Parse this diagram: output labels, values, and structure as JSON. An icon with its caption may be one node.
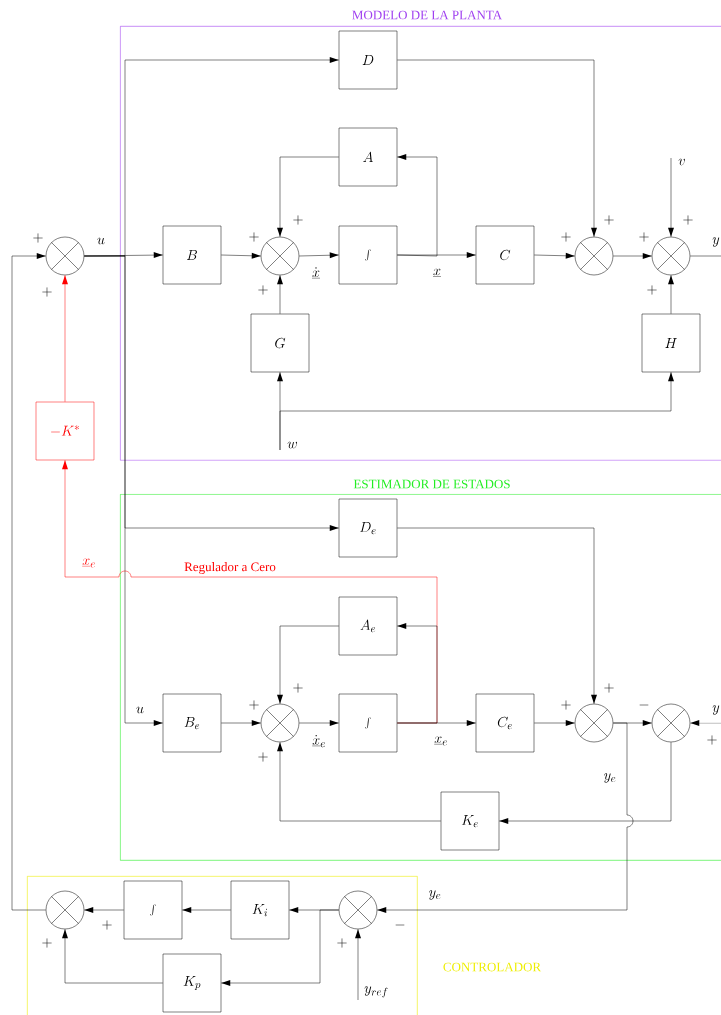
{
  "diagram": {
    "nodes": [
      {
        "text": [
          "MODELO DE LA PLANTA"
        ]
      },
      {
        "text": [
          "ESTIMADOR DE ESTADOS"
        ]
      },
      {
        "text": [
          "CONTROLADOR"
        ]
      },
      {
        "text": [
          "D"
        ],
        "in": 0
      },
      {
        "text": [
          "A"
        ],
        "in": 0
      },
      {
        "text": [
          "B"
        ],
        "in": 0
      },
      {
        "text": [],
        "shape": "circle",
        "in": 0,
        "beside": [
          "+",
          "+",
          "+"
        ]
      },
      {
        "text": [
          "\\int"
        ],
        "in": 0
      },
      {
        "text": [
          "C"
        ],
        "in": 0
      },
      {
        "text": [],
        "shape": "circle",
        "in": 0,
        "beside": [
          "+",
          "+"
        ]
      },
      {
        "text": [],
        "shape": "circle",
        "in": 0,
        "beside": [
          "+",
          "+",
          "+"
        ]
      },
      {
        "text": [
          "G"
        ],
        "in": 0
      },
      {
        "text": [
          "H"
        ],
        "in": 0
      },
      {
        "text": [
          "v"
        ],
        "in": 0
      },
      {
        "text": [
          "w"
        ],
        "in": 0
      },
      {
        "text": [],
        "shape": "circle",
        "beside": [
          "+",
          "+"
        ]
      },
      {
        "text": [
          "-K^{*}"
        ]
      },
      {
        "text": [
          "D_e"
        ],
        "in": 1
      },
      {
        "text": [
          "A_e"
        ],
        "in": 1
      },
      {
        "text": [
          "B_e"
        ],
        "in": 1
      },
      {
        "text": [],
        "shape": "circle",
        "in": 1,
        "beside": [
          "+",
          "+",
          "+"
        ]
      },
      {
        "text": [
          "\\int"
        ],
        "in": 1
      },
      {
        "text": [
          "C_e"
        ],
        "in": 1
      },
      {
        "text": [],
        "shape": "circle",
        "in": 1,
        "beside": [
          "+",
          "+"
        ]
      },
      {
        "text": [],
        "shape": "circle",
        "in": 1,
        "beside": [
          "-",
          "+"
        ]
      },
      {
        "text": [
          "K_e"
        ],
        "in": 1
      },
      {
        "text": [],
        "shape": "circle",
        "in": 2,
        "beside": [
          "+",
          "+"
        ]
      },
      {
        "text": [
          "\\int"
        ],
        "in": 2
      },
      {
        "text": [
          "K_i"
        ],
        "in": 2
      },
      {
        "text": [],
        "shape": "circle",
        "in": 2,
        "beside": [
          "+",
          "-"
        ]
      },
      {
        "text": [
          "K_p"
        ],
        "in": 2
      },
      {
        "text": [
          "y_{ref}"
        ],
        "in": 2
      }
    ],
    "edges": [
      {
        "from": 15,
        "to": 5,
        "arrow": "to",
        "label": "u"
      },
      {
        "from": 15,
        "to": 3,
        "arrow": "to"
      },
      {
        "from": 15,
        "to": 17,
        "arrow": "to"
      },
      {
        "from": 15,
        "to": 19,
        "arrow": "to",
        "label": "u"
      },
      {
        "from": 5,
        "to": 6,
        "arrow": "to"
      },
      {
        "from": 6,
        "to": 7,
        "arrow": "to",
        "label": "\\dot{\\underline{x}}"
      },
      {
        "from": 7,
        "to": 8,
        "arrow": "to",
        "label": "\\underline{x}"
      },
      {
        "from": 7,
        "to": 4,
        "arrow": "to"
      },
      {
        "from": 4,
        "to": 6,
        "arrow": "to"
      },
      {
        "from": 11,
        "to": 6,
        "arrow": "to"
      },
      {
        "from": 14,
        "to": 11,
        "arrow": "to"
      },
      {
        "from": 14,
        "to": 12,
        "arrow": "to"
      },
      {
        "from": 8,
        "to": 9,
        "arrow": "to"
      },
      {
        "from": 3,
        "to": 9,
        "arrow": "to"
      },
      {
        "from": 9,
        "to": 10,
        "arrow": "to"
      },
      {
        "from": 13,
        "to": 10,
        "arrow": "to"
      },
      {
        "from": 12,
        "to": 10,
        "arrow": "to"
      },
      {
        "from": 10,
        "to": null,
        "arrow": "none",
        "label": "y"
      },
      {
        "from": 16,
        "to": 15,
        "arrow": "to",
        "color": "#ff0000"
      },
      {
        "from": 21,
        "to": 16,
        "arrow": "to",
        "color": "#ff0000",
        "label": "Regulador a Cero"
      },
      {
        "from": 26,
        "to": 15,
        "arrow": "to"
      },
      {
        "from": 19,
        "to": 20,
        "arrow": "to"
      },
      {
        "from": 20,
        "to": 21,
        "arrow": "to",
        "label": "\\dot{\\underline{x}}_e"
      },
      {
        "from": 21,
        "to": 22,
        "arrow": "to",
        "label": "\\underline{x}_e"
      },
      {
        "from": 21,
        "to": 18,
        "arrow": "to"
      },
      {
        "from": 18,
        "to": 20,
        "arrow": "to"
      },
      {
        "from": 25,
        "to": 20,
        "arrow": "to"
      },
      {
        "from": 22,
        "to": 23,
        "arrow": "to"
      },
      {
        "from": 17,
        "to": 23,
        "arrow": "to"
      },
      {
        "from": 23,
        "to": 24,
        "arrow": "to"
      },
      {
        "from": 23,
        "to": 29,
        "arrow": "to",
        "label": "y_e"
      },
      {
        "from": 24,
        "to": 25,
        "arrow": "to"
      },
      {
        "from": null,
        "to": 24,
        "arrow": "to",
        "label": "y"
      },
      {
        "from": 29,
        "to": 28,
        "arrow": "to"
      },
      {
        "from": 29,
        "to": 30,
        "arrow": "to"
      },
      {
        "from": 28,
        "to": 27,
        "arrow": "to"
      },
      {
        "from": 27,
        "to": 26,
        "arrow": "to"
      },
      {
        "from": 30,
        "to": 26,
        "arrow": "to"
      },
      {
        "from": 31,
        "to": 29,
        "arrow": "to"
      }
    ],
    "labels": [
      "\\underline{x}_e",
      "y_e"
    ]
  }
}
